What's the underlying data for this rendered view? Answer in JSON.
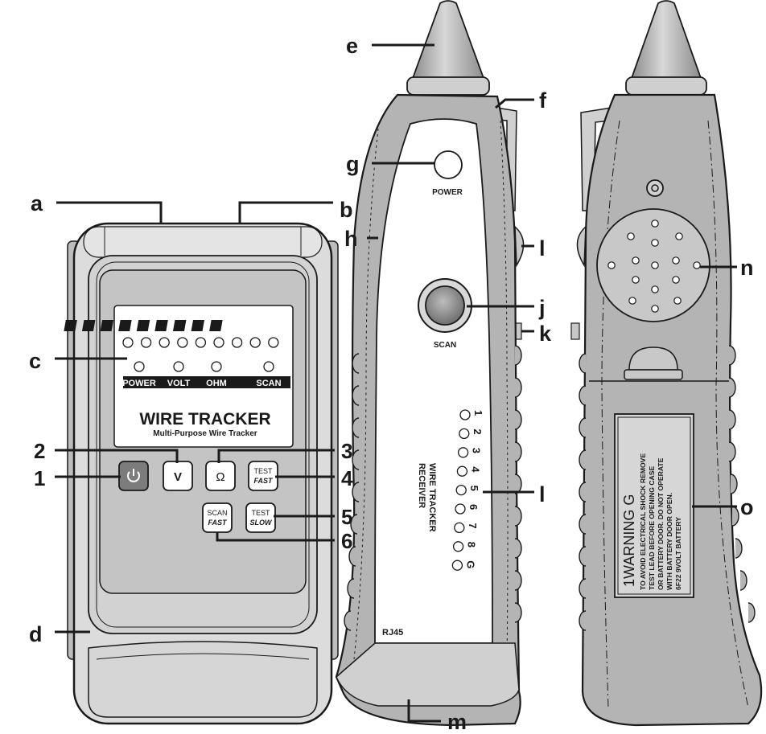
{
  "callouts": {
    "a": "a",
    "b": "b",
    "c": "c",
    "d": "d",
    "e": "e",
    "f": "f",
    "g": "g",
    "h": "h",
    "j": "j",
    "k": "k",
    "l_top": "l",
    "l_mid": "l",
    "m": "m",
    "n": "n",
    "o": "o",
    "n1": "1",
    "n2": "2",
    "n3": "3",
    "n4": "4",
    "n5": "5",
    "n6": "6"
  },
  "tracker": {
    "channels": [
      "1",
      "2",
      "3",
      "4",
      "5",
      "6",
      "7",
      "8",
      "G"
    ],
    "modes": [
      "POWER",
      "VOLT",
      "OHM",
      "SCAN"
    ],
    "title": "WIRE TRACKER",
    "subtitle": "Multi-Purpose Wire Tracker",
    "btn_volt": "V",
    "btn_ohm": "Ω",
    "btn_test_fast_top": "TEST",
    "btn_test_fast_bottom": "FAST",
    "btn_test_slow_top": "TEST",
    "btn_test_slow_bottom": "SLOW",
    "btn_scan_fast_top": "SCAN",
    "btn_scan_fast_bottom": "FAST"
  },
  "receiver": {
    "power_label": "POWER",
    "scan_label": "SCAN",
    "name_line1": "WIRE TRACKER",
    "name_line2": "RECEIVER",
    "leds": [
      "1",
      "2",
      "3",
      "4",
      "5",
      "6",
      "7",
      "8",
      "G"
    ],
    "port": "RJ45"
  },
  "back": {
    "warning_title": "1WARNING G",
    "warning_lines": [
      "TO AVOID ELECTRICAL SHOCK REMOVE",
      "TEST LEAD BEFORE OPENING CASE",
      "OR BATTERY DOOR. DO NOT OPERATE",
      "WITH BATTERY DOOR OPEN.",
      "6F22 9VOLT BATTERY"
    ]
  },
  "colors": {
    "case": "#dcdcdc",
    "panel": "#c4c4c4",
    "rubber": "#b4b4b4",
    "line": "#1a1a1a",
    "power_btn": "#7c7c7c"
  }
}
